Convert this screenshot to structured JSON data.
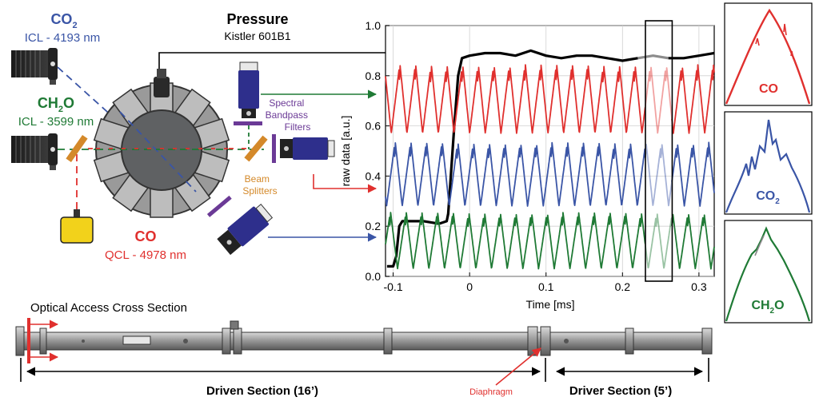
{
  "colors": {
    "co": "#e0302e",
    "co2": "#3a55a6",
    "ch2o": "#1f7a35",
    "pressure": "#000000",
    "splitter": "#d4892a",
    "filter": "#6b3a96",
    "detector": "#2e2f8c",
    "label_beam": "#d4892a",
    "label_filter": "#6b3a96",
    "diaphragm": "#e0302e"
  },
  "lasers": {
    "co2": {
      "species": "CO",
      "sub": "2",
      "source": "ICL - 4193 nm"
    },
    "ch2o": {
      "species_a": "CH",
      "sub": "2",
      "species_b": "O",
      "source": "ICL - 3599 nm"
    },
    "co": {
      "species": "CO",
      "source": "QCL - 4978 nm"
    }
  },
  "pressure": {
    "title": "Pressure",
    "sensor": "Kistler 601B1"
  },
  "optics": {
    "filters": [
      "Spectral",
      "Bandpass",
      "Filters"
    ],
    "splitters": [
      "Beam",
      "Splitters"
    ]
  },
  "chart_data": {
    "type": "line",
    "xlabel": "Time [ms]",
    "ylabel": "raw data [a.u.]",
    "xlim": [
      -0.11,
      0.32
    ],
    "ylim": [
      0.0,
      1.0
    ],
    "xticks": [
      "-0.1",
      "0",
      "0.1",
      "0.2",
      "0.3"
    ],
    "xtick_values": [
      -0.1,
      0,
      0.1,
      0.2,
      0.3
    ],
    "yticks": [
      "0.0",
      "0.2",
      "0.4",
      "0.6",
      "0.8",
      "1.0"
    ],
    "ytick_values": [
      0.0,
      0.2,
      0.4,
      0.6,
      0.8,
      1.0
    ],
    "highlight_window": [
      0.23,
      0.265
    ],
    "series": [
      {
        "key": "pressure",
        "color": "#000000",
        "x": [
          -0.108,
          -0.1,
          -0.096,
          -0.092,
          -0.088,
          -0.08,
          -0.06,
          -0.04,
          -0.03,
          -0.028,
          -0.02,
          -0.015,
          -0.01,
          0.0,
          0.02,
          0.04,
          0.06,
          0.08,
          0.1,
          0.12,
          0.14,
          0.16,
          0.18,
          0.2,
          0.22,
          0.24,
          0.26,
          0.28,
          0.3,
          0.32
        ],
        "y": [
          0.04,
          0.04,
          0.08,
          0.2,
          0.22,
          0.22,
          0.22,
          0.21,
          0.22,
          0.25,
          0.6,
          0.8,
          0.87,
          0.88,
          0.89,
          0.89,
          0.88,
          0.9,
          0.88,
          0.87,
          0.88,
          0.88,
          0.87,
          0.86,
          0.87,
          0.88,
          0.87,
          0.87,
          0.88,
          0.89
        ]
      },
      {
        "key": "co",
        "color": "#e0302e",
        "mid": 0.71,
        "amp": 0.14,
        "period": 0.0205,
        "phase": 0.0
      },
      {
        "key": "co2",
        "color": "#3a55a6",
        "mid": 0.41,
        "amp": 0.13,
        "period": 0.0205,
        "phase": 0.3
      },
      {
        "key": "ch2o",
        "color": "#1f7a35",
        "mid": 0.145,
        "amp": 0.115,
        "period": 0.0205,
        "phase": 0.6
      }
    ]
  },
  "profiles": [
    {
      "key": "co",
      "label": "CO"
    },
    {
      "key": "co2",
      "label_a": "CO",
      "sub": "2"
    },
    {
      "key": "ch2o",
      "label_a": "CH",
      "sub": "2",
      "label_b": "O"
    }
  ],
  "tube": {
    "title": "Optical Access Cross Section",
    "driven": "Driven Section (16’)",
    "driver": "Driver Section (5’)",
    "diaphragm": "Diaphragm"
  }
}
